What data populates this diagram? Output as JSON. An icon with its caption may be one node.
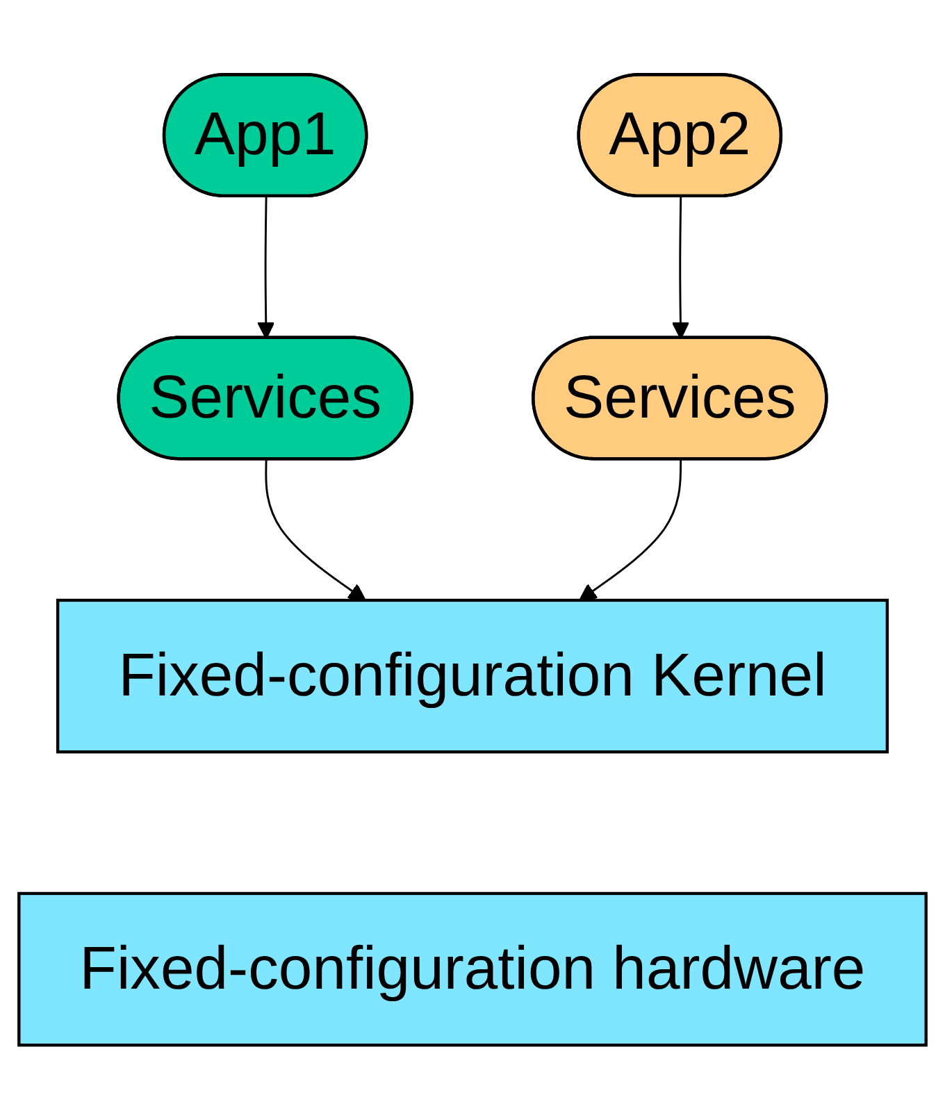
{
  "diagram": {
    "nodes": [
      {
        "text": [
          "App1"
        ]
      },
      {
        "text": [
          "App2"
        ]
      },
      {
        "text": [
          "Services"
        ]
      },
      {
        "text": [
          "Services"
        ]
      },
      {
        "text": [
          "Fixed-configuration Kernel"
        ]
      },
      {
        "text": [
          "Fixed-configuration hardware"
        ]
      }
    ],
    "edges": [
      {
        "from": 0,
        "to": 2,
        "arrow": "to"
      },
      {
        "from": 1,
        "to": 3,
        "arrow": "to"
      },
      {
        "from": 2,
        "to": 4,
        "arrow": "to"
      },
      {
        "from": 3,
        "to": 4,
        "arrow": "to"
      }
    ]
  }
}
